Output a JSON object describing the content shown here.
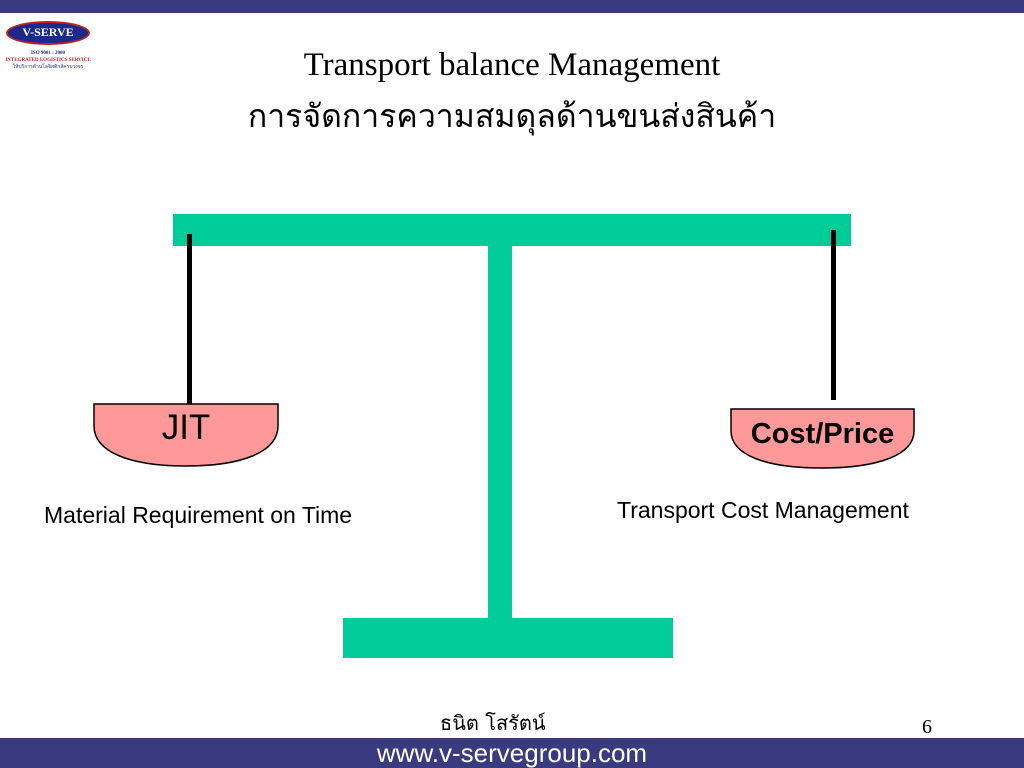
{
  "header": {
    "logo": {
      "name": "V-SERVE",
      "iso": "ISO 9001 : 2000",
      "service": "INTEGRATED LOGISTICS SERVICE",
      "tagline": "ให้บริการด้านโลจิสติกส์ครบวงจร"
    },
    "title_en": "Transport balance Management",
    "title_th": "การจัดการความสมดุลด้านขนส่งสินค้า"
  },
  "diagram": {
    "colors": {
      "scale": "#00cc99",
      "pan_fill": "#ff9999",
      "rope": "#000000",
      "bar": "#3a3a80"
    },
    "left_pan": {
      "label": "JIT",
      "caption": "Material Requirement on Time"
    },
    "right_pan": {
      "label": "Cost/Price",
      "caption": "Transport Cost Management"
    }
  },
  "footer": {
    "author": "ธนิต  โสรัตน์",
    "page_number": "6",
    "url": "www.v-servegroup.com"
  }
}
